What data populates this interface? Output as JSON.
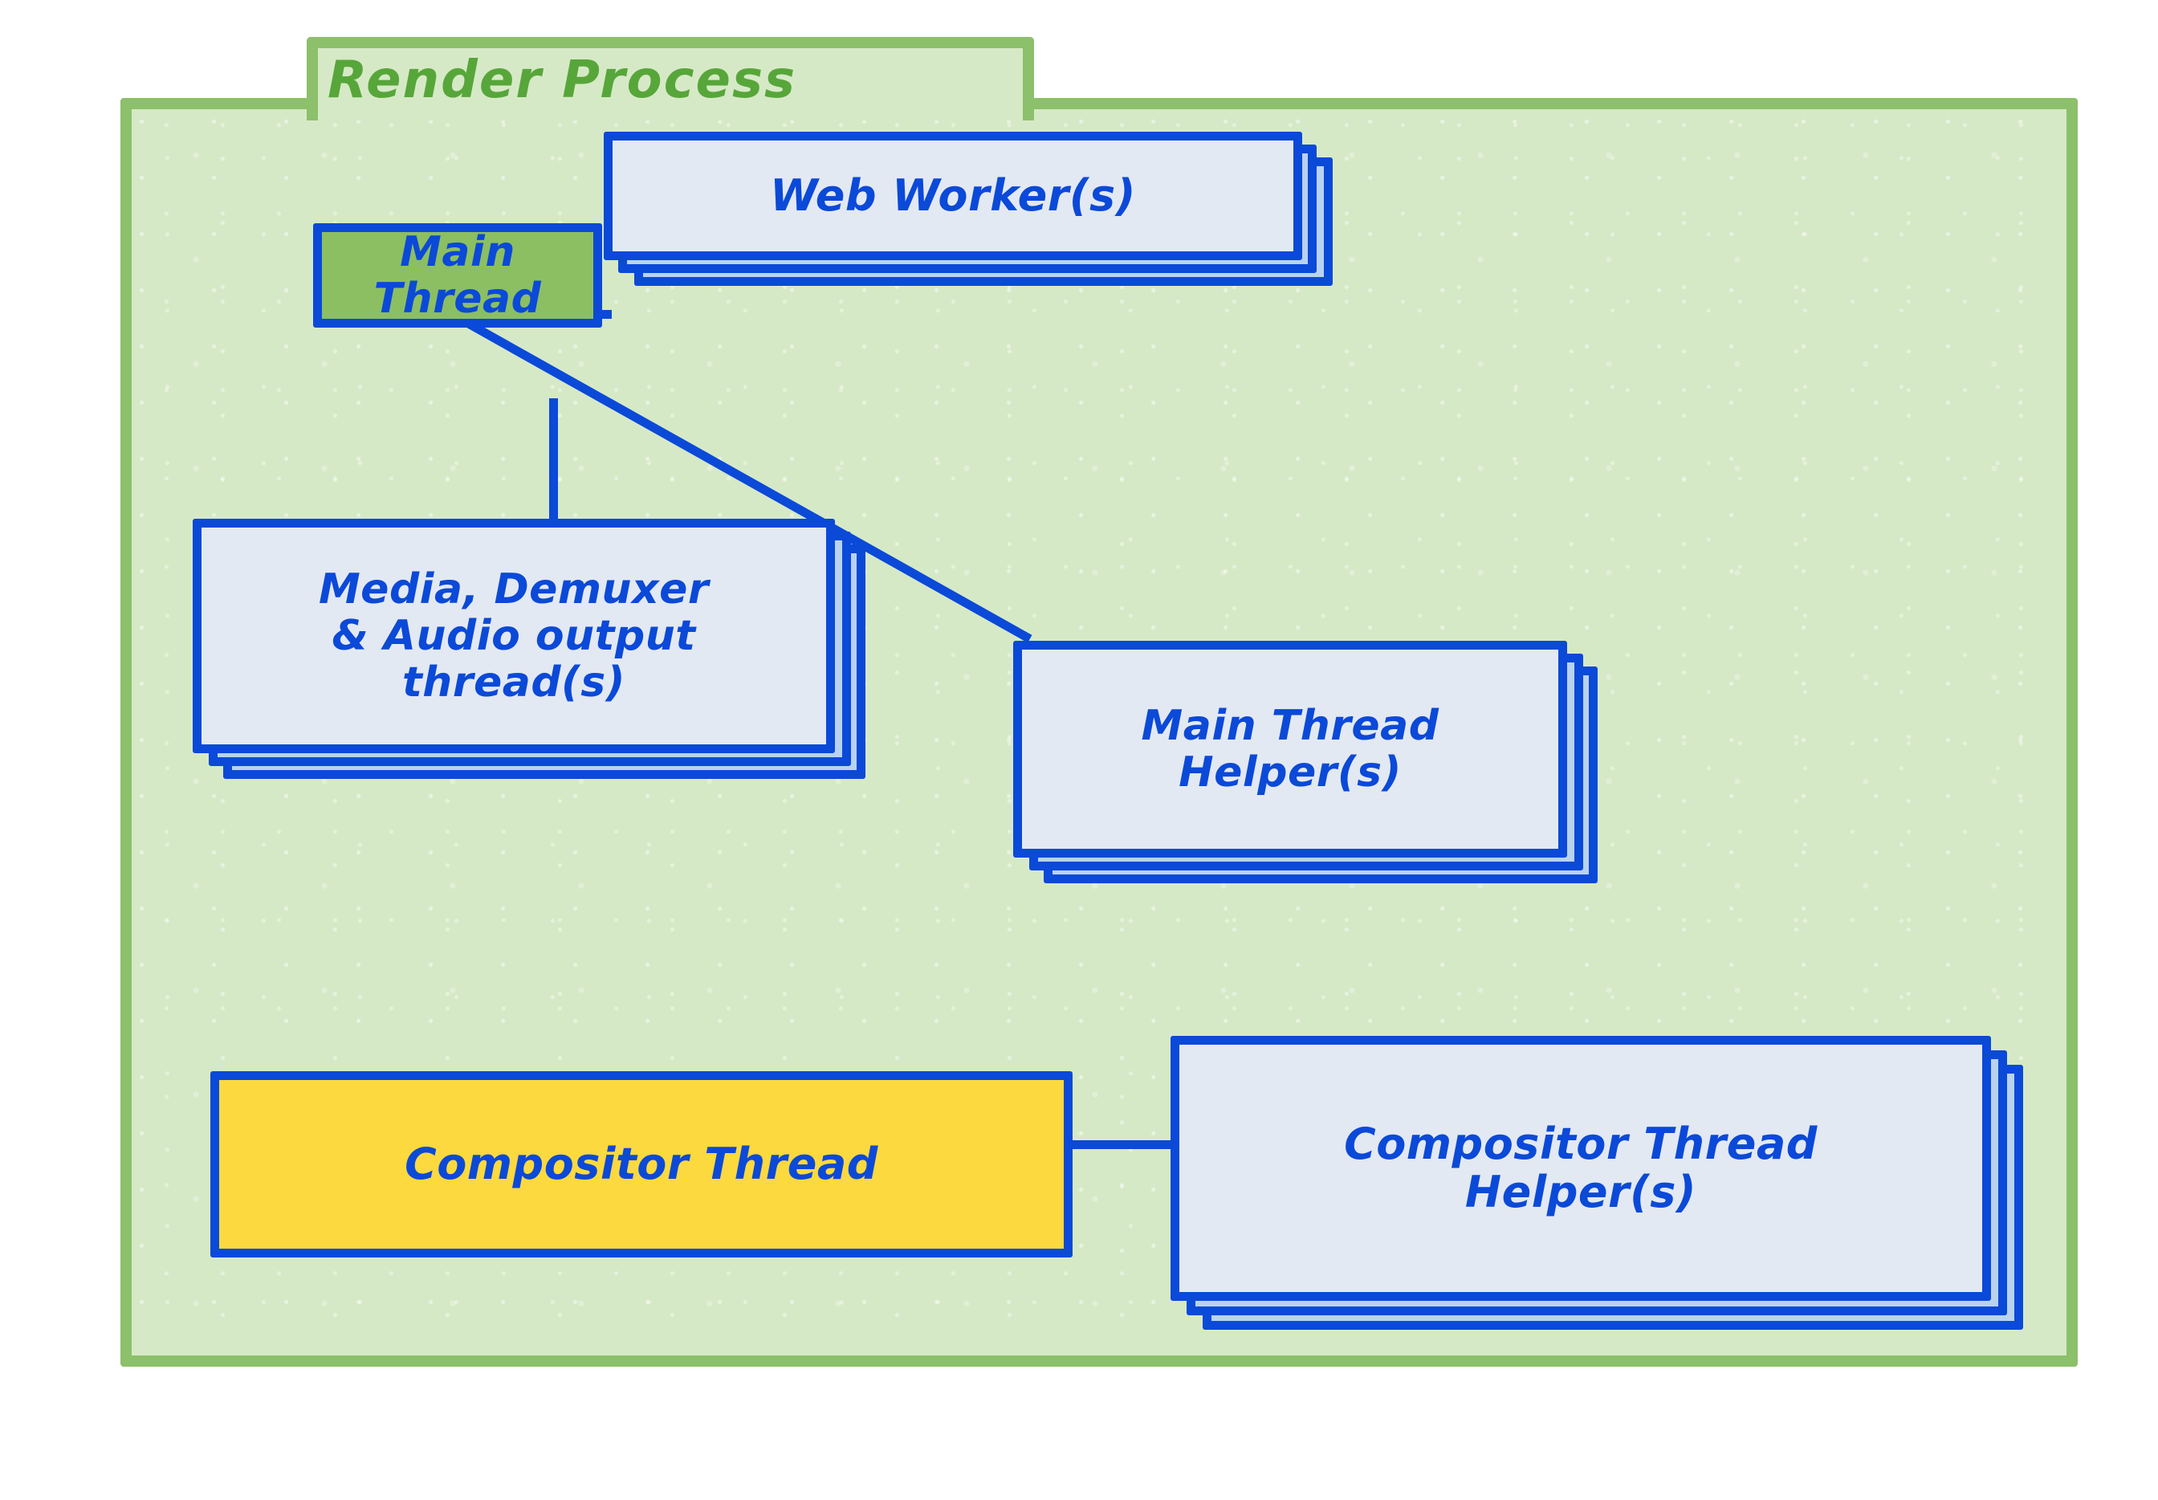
{
  "diagram": {
    "title": "Render Process",
    "type": "architecture-block-diagram",
    "colors": {
      "container_border": "#8cc06a",
      "container_fill": "#d6e9c6",
      "title_text": "#57a63a",
      "node_border": "#0b49d8",
      "node_text": "#0b49d8",
      "node_fill_default": "#e3e9f2",
      "node_fill_main_thread": "#8cbf62",
      "node_fill_compositor_thread": "#fcd93e",
      "stack_layer_fill": "#b9d2ef",
      "page_background": "#ffffff"
    },
    "nodes": [
      {
        "id": "main-thread",
        "label": "Main Thread",
        "lines": [
          "Main Thread"
        ],
        "fill": "green",
        "stacked": false,
        "stack_count": 1
      },
      {
        "id": "web-worker",
        "label": "Web Worker(s)",
        "lines": [
          "Web Worker(s)"
        ],
        "fill": "white",
        "stacked": true,
        "stack_count": 3
      },
      {
        "id": "media-demuxer-audio",
        "label": "Media, Demuxer & Audio output thread(s)",
        "lines": [
          "Media, Demuxer",
          "& Audio output",
          "thread(s)"
        ],
        "fill": "white",
        "stacked": true,
        "stack_count": 3
      },
      {
        "id": "main-thread-helper",
        "label": "Main Thread Helper(s)",
        "lines": [
          "Main Thread",
          "Helper(s)"
        ],
        "fill": "white",
        "stacked": true,
        "stack_count": 3
      },
      {
        "id": "compositor-thread",
        "label": "Compositor Thread",
        "lines": [
          "Compositor Thread"
        ],
        "fill": "yellow",
        "stacked": false,
        "stack_count": 1
      },
      {
        "id": "compositor-thread-helper",
        "label": "Compositor Thread Helper(s)",
        "lines": [
          "Compositor Thread",
          "Helper(s)"
        ],
        "fill": "white",
        "stacked": true,
        "stack_count": 3
      }
    ],
    "connections": [
      {
        "from": "main-thread",
        "to": "web-worker",
        "style": "horizontal"
      },
      {
        "from": "main-thread",
        "to": "media-demuxer-audio",
        "style": "vertical"
      },
      {
        "from": "main-thread",
        "to": "main-thread-helper",
        "style": "diagonal"
      },
      {
        "from": "compositor-thread",
        "to": "compositor-thread-helper",
        "style": "horizontal"
      }
    ]
  }
}
